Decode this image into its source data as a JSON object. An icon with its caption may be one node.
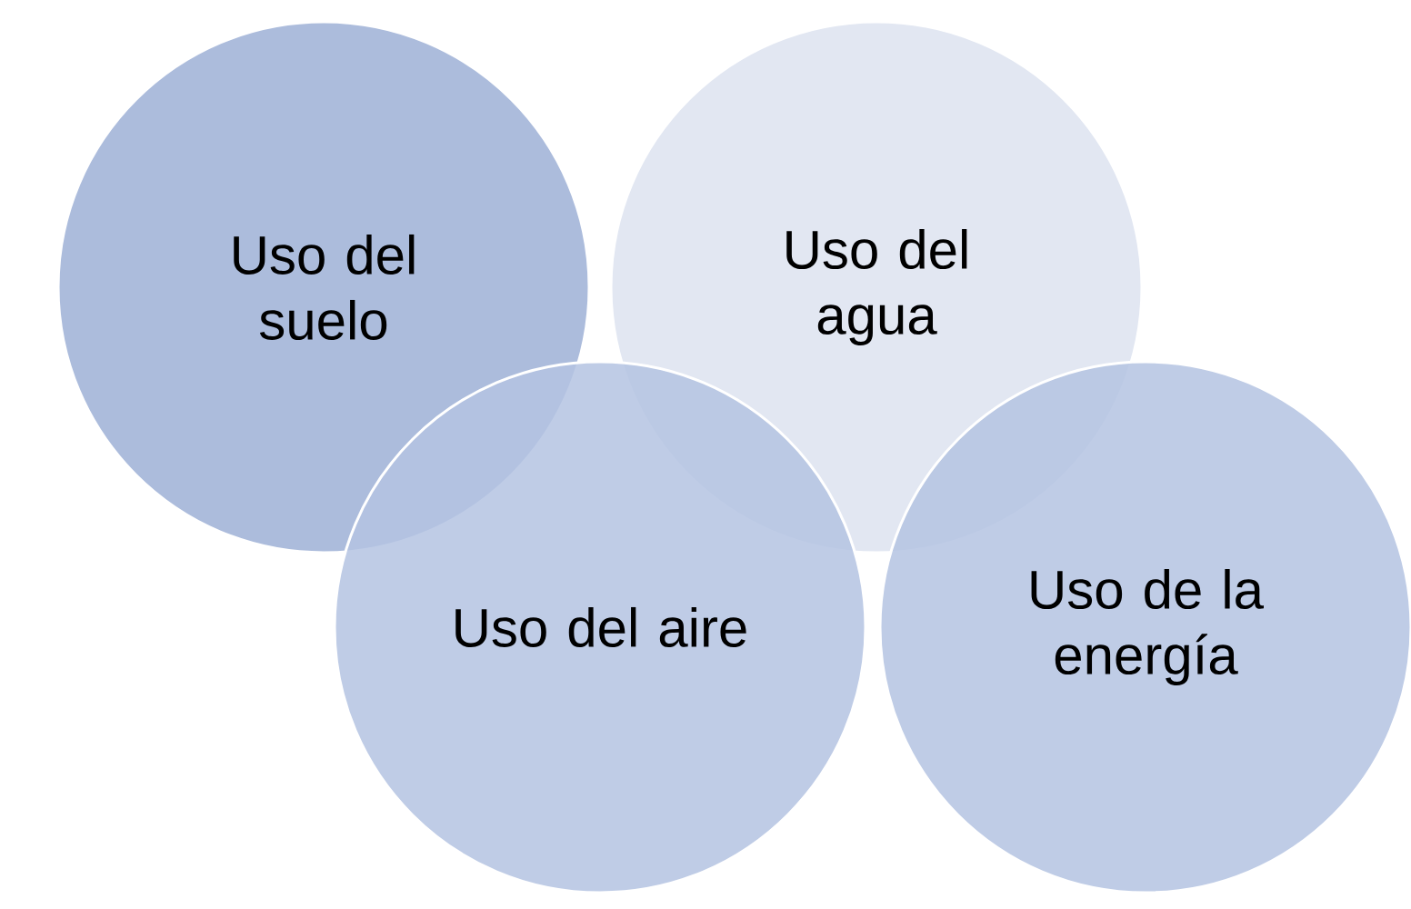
{
  "diagram": {
    "nodes": [
      {
        "text": [
          "Uso del suelo"
        ]
      },
      {
        "text": [
          "Uso del agua"
        ]
      },
      {
        "text": [
          "Uso del aire"
        ]
      },
      {
        "text": [
          "Uso de la energía"
        ]
      }
    ]
  }
}
